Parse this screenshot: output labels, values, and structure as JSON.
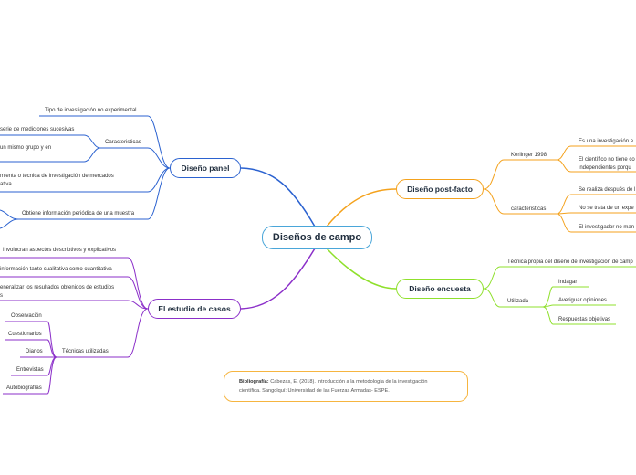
{
  "central": "Diseños de campo",
  "panel": {
    "title": "Diseño panel",
    "items": {
      "tipo": "Tipo de investigación no experimental",
      "caracteristicas": "Caracteristicas",
      "mediciones": "serie de mediciones sucesivas",
      "grupo": "un mismo grupo y en",
      "herramienta": "mienta o técnica de investigación de mercados",
      "cuantitativa": "ativa",
      "obtiene": "Obtiene información periódica de una muestra"
    }
  },
  "casos": {
    "title": "El estudio de casos",
    "items": {
      "involucran": "Involucran aspectos descriptivos y explicativos",
      "informacion": "información tanto cualitativa como cuantitativa",
      "generalizar": "eneralizar los resultados obtenidos de estudios",
      "generalizar2": "s",
      "tecnicas": "Técnicas utilizadas",
      "observacion": "Observación",
      "cuestionarios": "Cuestionarios",
      "diarios": "Diarios",
      "entrevistas": "Entrevistas",
      "autobiografias": "Autobiografías"
    }
  },
  "post": {
    "title": "Diseño post-facto",
    "items": {
      "kerlinger": "Kerlinger 1998",
      "investigacion": "Es una investigación e",
      "cientifico": "El científico no tiene co",
      "independientes": "independientes porqu",
      "caracteristicas": "caracteristicas",
      "realiza": "Se realiza después de l",
      "experimento": "No se trata de un expe",
      "manipula": "El investigador no man"
    }
  },
  "encuesta": {
    "title": "Diseño encuesta",
    "items": {
      "tecnica": "Técnica propia del diseño de investigación de camp",
      "utilizada": "Utilizada",
      "indagar": "Indagar",
      "averiguar": "Averiguar opiniones",
      "respuestas": "Respuestas objetivas"
    }
  },
  "bibliography": {
    "label": "Bibliografía:",
    "text": " Cabezas, E. (2018). Introducción a la metodología de la investigación",
    "text2": "científica. Sangolquí: Universidad de las Fuerzas Armadas- ESPE."
  },
  "colors": {
    "central": "#4aa6d9",
    "panel": "#2b62d0",
    "casos": "#8b2fc9",
    "post": "#f4a21d",
    "encuesta": "#8fe02c",
    "biblio": "#f6b540"
  }
}
